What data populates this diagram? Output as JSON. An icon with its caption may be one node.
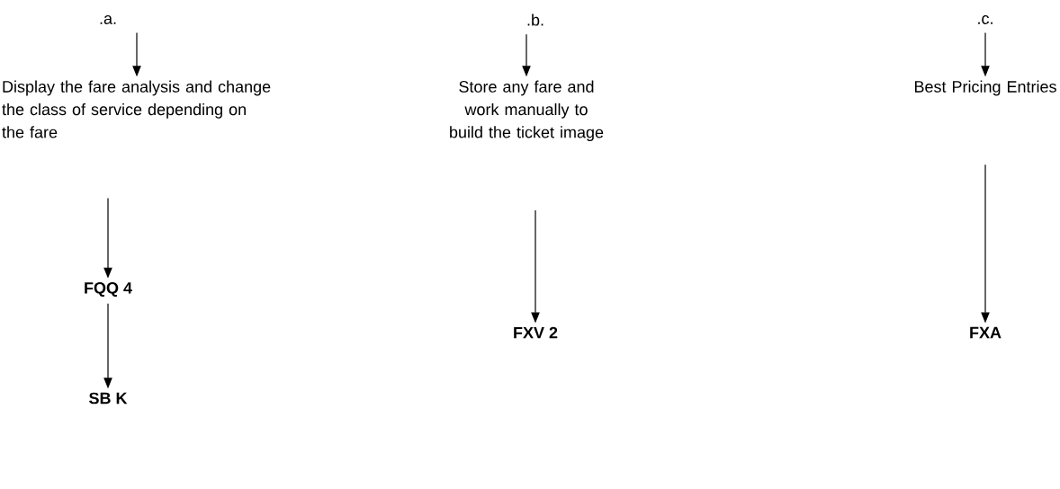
{
  "diagram": {
    "nodes": [
      {
        "text": [
          ".a."
        ]
      },
      {
        "text": [
          "Display the fare analysis and change the class of service depending on the fare"
        ]
      },
      {
        "text": [
          "FQQ 4"
        ]
      },
      {
        "text": [
          "SB K"
        ]
      },
      {
        "text": [
          ".b."
        ]
      },
      {
        "text": [
          "Store any fare and work manually to build the ticket image"
        ]
      },
      {
        "text": [
          "FXV 2"
        ]
      },
      {
        "text": [
          ".c."
        ]
      },
      {
        "text": [
          "Best Pricing Entries"
        ]
      },
      {
        "text": [
          "FXA"
        ]
      }
    ],
    "edges": [
      {
        "from": 0,
        "to": 1,
        "arrow": "to"
      },
      {
        "from": 1,
        "to": 2,
        "arrow": "to"
      },
      {
        "from": 2,
        "to": 3,
        "arrow": "to"
      },
      {
        "from": 4,
        "to": 5,
        "arrow": "to"
      },
      {
        "from": 5,
        "to": 6,
        "arrow": "to"
      },
      {
        "from": 7,
        "to": 8,
        "arrow": "to"
      },
      {
        "from": 8,
        "to": 9,
        "arrow": "to"
      }
    ]
  }
}
